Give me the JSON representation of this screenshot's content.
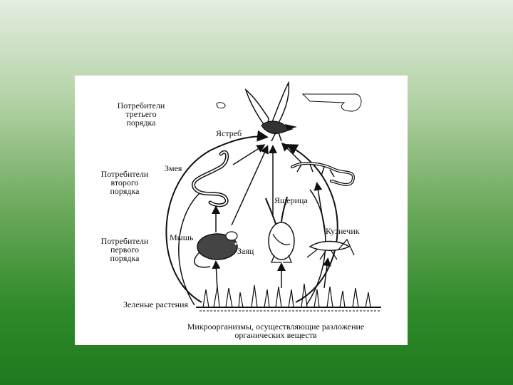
{
  "diagram": {
    "levels": {
      "third": "Потребители третьего порядка",
      "third_lines": [
        "Потребители",
        "третьего",
        "порядка"
      ],
      "second_lines": [
        "Потребители",
        "второго",
        "порядка"
      ],
      "first_lines": [
        "Потребители",
        "первого",
        "порядка"
      ]
    },
    "organisms": {
      "hawk": "Ястреб",
      "snake": "Змея",
      "lizard": "Ящерица",
      "mouse": "Мышь",
      "hare": "Заяц",
      "grasshopper": "Кузнечик",
      "plants": "Зеленые растения"
    },
    "bottom_lines": [
      "Микроорганизмы, осуществляющие разложение",
      "органических веществ"
    ]
  }
}
